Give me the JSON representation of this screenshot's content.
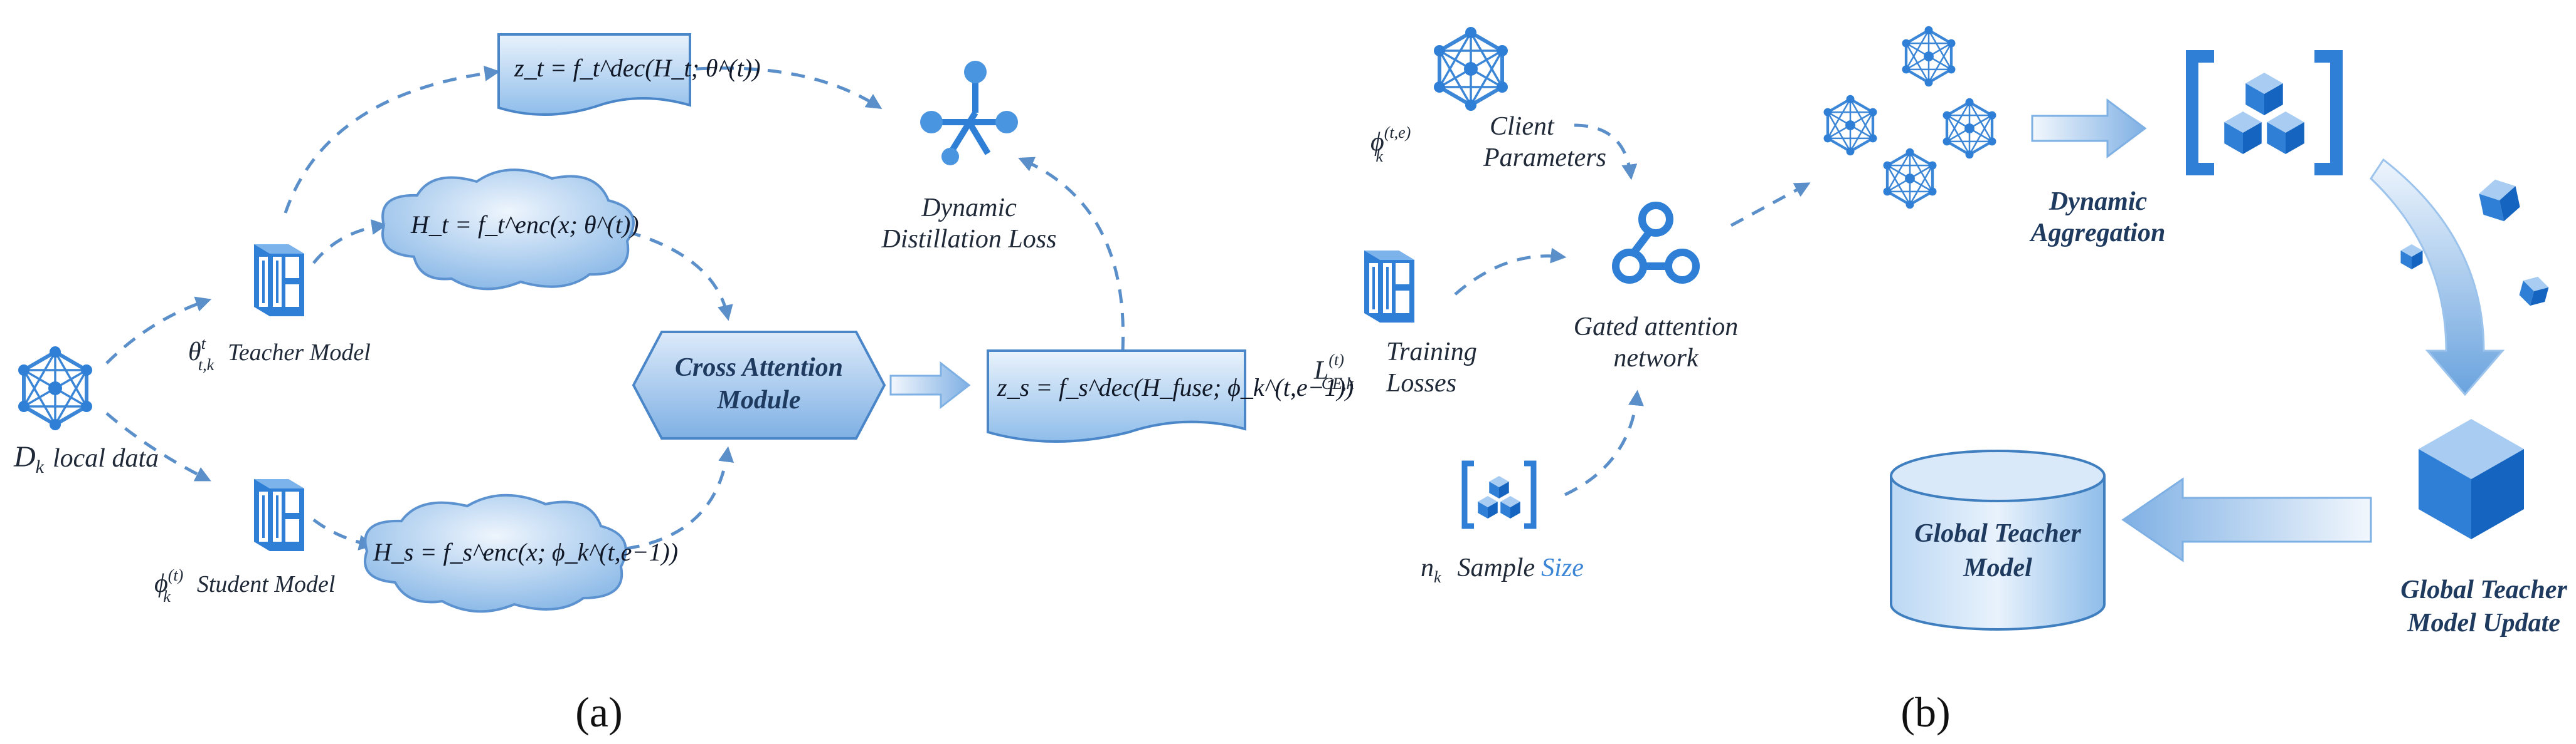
{
  "panel_a": {
    "caption": "(a)",
    "dataset": {
      "symbol": "D",
      "sub": "k",
      "label": "local data"
    },
    "teacher": {
      "symbol": "θ",
      "sup": "t",
      "sub": "t,k",
      "label": "Teacher Model"
    },
    "student": {
      "symbol": "ϕ",
      "sup": "(t)",
      "sub": "k",
      "label": "Student Model"
    },
    "zt_formula": "z_t = f_t^dec(H_t; θ^(t))",
    "ht_formula": "H_t = f_t^enc(x; θ^(t))",
    "hs_formula": "H_s = f_s^enc(x; ϕ_k^(t,e−1))",
    "zs_formula": "z_s = f_s^dec(H_fuse; ϕ_k^(t,e−1))",
    "cross_attention": [
      "Cross Attention",
      "Module"
    ],
    "distillation_loss": [
      "Dynamic",
      "Distillation Loss"
    ]
  },
  "panel_b": {
    "caption": "(b)",
    "client_params": {
      "symbol": "ϕ",
      "sup": "(t,e)",
      "sub": "k",
      "label": [
        "Client",
        "Parameters"
      ]
    },
    "training_losses": {
      "symbol": "L",
      "sup": "(t)",
      "sub": "CE,k",
      "label": [
        "Training",
        "Losses"
      ]
    },
    "sample_size": {
      "symbol": "n",
      "sub": "k",
      "label_1": "Sample",
      "label_2": "Size"
    },
    "gated_network": [
      "Gated attention",
      "network"
    ],
    "dynamic_aggregation": [
      "Dynamic",
      "Aggregation"
    ],
    "global_teacher_model": [
      "Global Teacher",
      "Model"
    ],
    "global_update": [
      "Global Teacher",
      "Model Update"
    ]
  },
  "colors": {
    "accent": "#2f7fd6",
    "accent_dark": "#1565c0",
    "arrow": "#5b8fc9",
    "fill_light": "#dbeafb",
    "fill_mid": "#8fbdea",
    "text_bold": "#1f3a5f"
  },
  "icons": {
    "network": "network-graph-icon",
    "model": "model-blocks-icon",
    "loss": "distillation-loss-icon",
    "gate": "gated-attention-icon",
    "cube": "cube-icon"
  }
}
